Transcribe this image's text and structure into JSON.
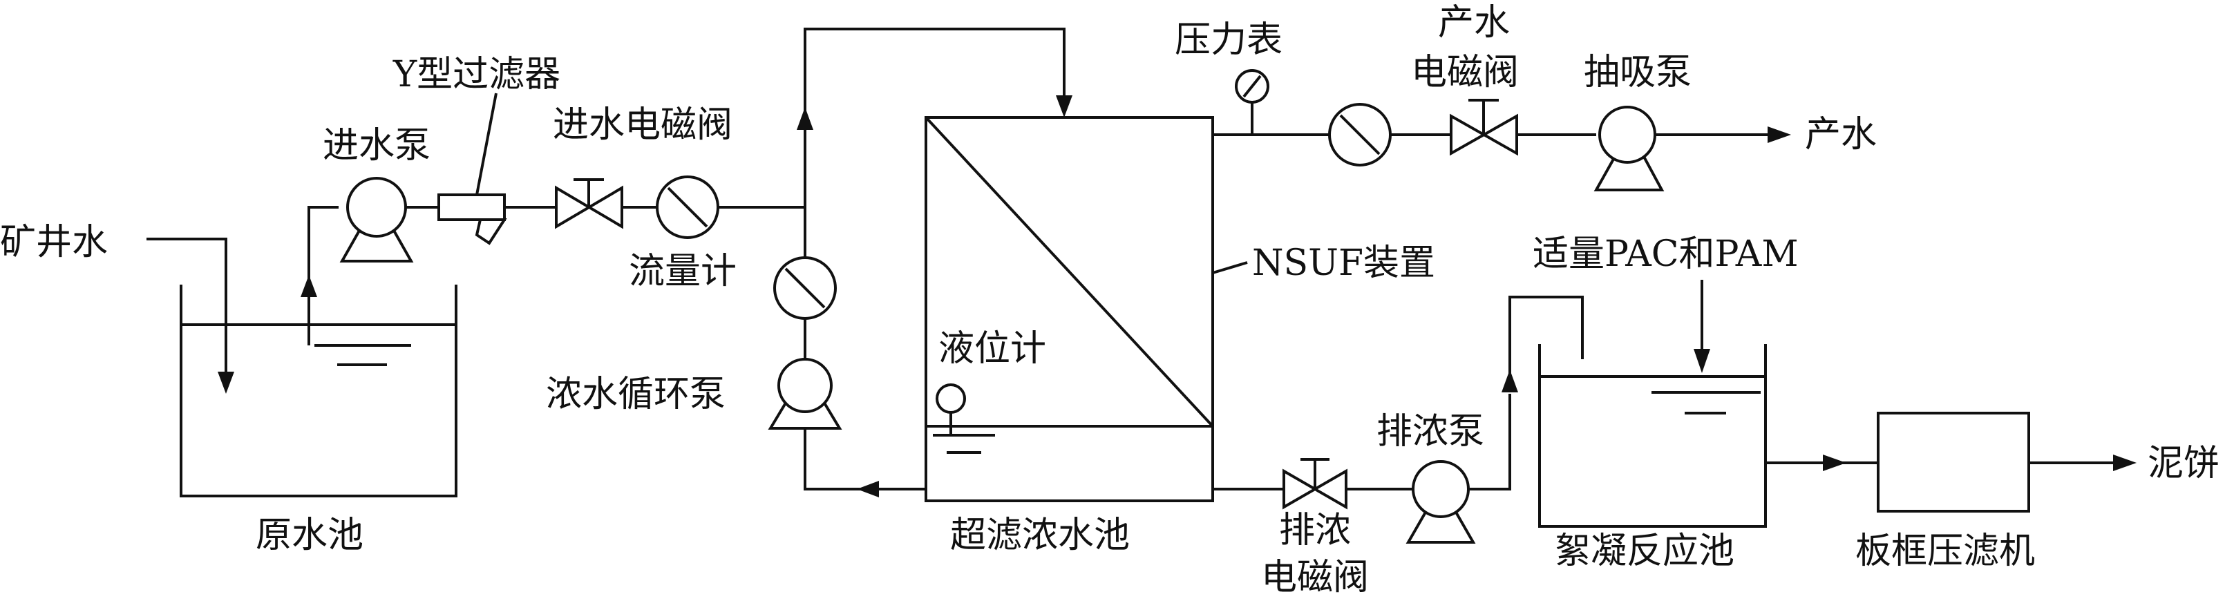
{
  "diagram": {
    "labels": {
      "mine_water": "矿井水",
      "raw_water_tank": "原水池",
      "inlet_pump": "进水泵",
      "y_filter": "Y型过滤器",
      "inlet_solenoid_valve": "进水电磁阀",
      "flowmeter": "流量计",
      "concentrate_circulation_pump": "浓水循环泵",
      "uf_concentrate_tank": "超滤浓水池",
      "level_gauge": "液位计",
      "nsuf_device": "NSUF装置",
      "pressure_gauge": "压力表",
      "product_solenoid_valve_line1": "产水",
      "product_solenoid_valve_line2": "电磁阀",
      "suction_pump": "抽吸泵",
      "product_water": "产水",
      "pac_pam": "适量PAC和PAM",
      "discharge_pump": "排浓泵",
      "discharge_solenoid_valve_line1": "排浓",
      "discharge_solenoid_valve_line2": "电磁阀",
      "flocculation_tank": "絮凝反应池",
      "filter_press": "板框压滤机",
      "sludge_cake": "泥饼"
    }
  }
}
